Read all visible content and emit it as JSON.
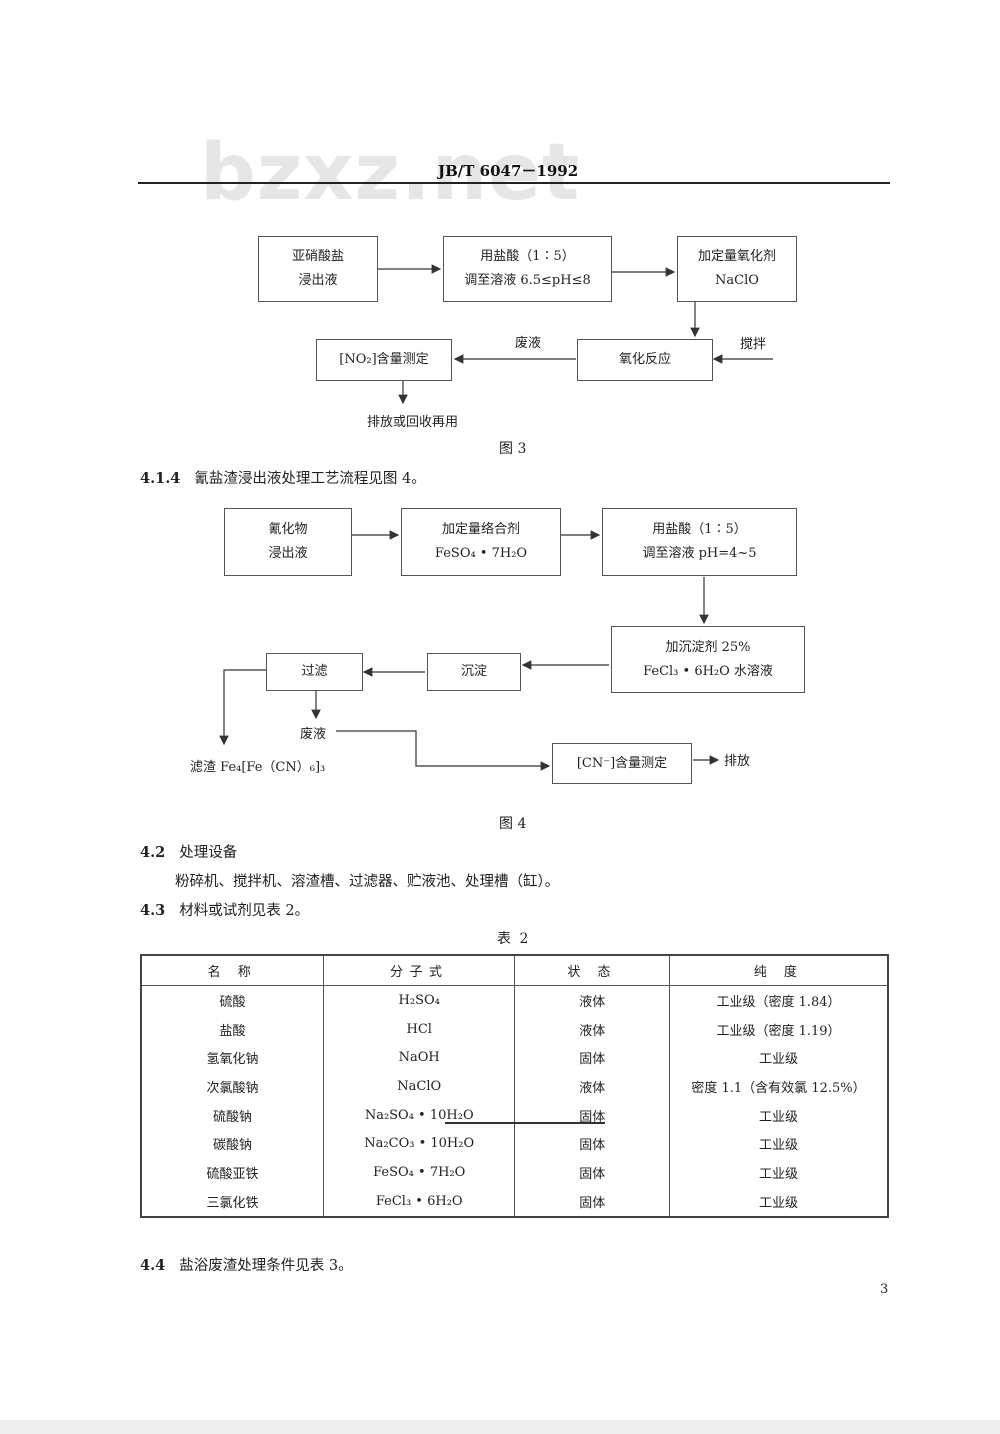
{
  "watermark": "bzxz.net",
  "header": "JB/T  6047－1992",
  "fig3": {
    "box1_line1": "亚硝酸盐",
    "box1_line2": "浸出液",
    "box2_line1": "用盐酸（1∶5）",
    "box2_line2": "调至溶液 6.5≤pH≤8",
    "box3_line1": "加定量氧化剂",
    "box3_line2": "NaClO",
    "box4": "氧化反应",
    "stir": "搅拌",
    "waste": "废液",
    "box5": "[NO₂]含量测定",
    "discharge": "排放或回收再用",
    "caption": "图 3"
  },
  "para_414": {
    "num": "4.1.4",
    "text": "氰盐渣浸出液处理工艺流程见图 4。"
  },
  "fig4": {
    "box1_line1": "氰化物",
    "box1_line2": "浸出液",
    "box2_line1": "加定量络合剂",
    "box2_line2": "FeSO₄ • 7H₂O",
    "box3_line1": "用盐酸（1∶5）",
    "box3_line2": "调至溶液 pH=4~5",
    "box4_line1": "加沉淀剂 25%",
    "box4_line2": "FeCl₃ • 6H₂O 水溶液",
    "box5": "沉淀",
    "box6": "过滤",
    "waste": "废液",
    "residue": "滤渣 Fe₄[Fe（CN）₆]₃",
    "box7": "[CN⁻]含量测定",
    "discharge": "排放",
    "caption": "图 4"
  },
  "para_42": {
    "num": "4.2",
    "text": "处理设备"
  },
  "para_42_body": "粉碎机、搅拌机、溶渣槽、过滤器、贮液池、处理槽（缸）。",
  "para_43": {
    "num": "4.3",
    "text": "材料或试剂见表 2。"
  },
  "table2": {
    "caption": "表 2",
    "headers": [
      "名 称",
      "分子式",
      "状 态",
      "纯 度"
    ],
    "rows": [
      [
        "硫酸",
        "H₂SO₄",
        "液体",
        "工业级（密度 1.84）"
      ],
      [
        "盐酸",
        "HCl",
        "液体",
        "工业级（密度 1.19）"
      ],
      [
        "氢氧化钠",
        "NaOH",
        "固体",
        "工业级"
      ],
      [
        "次氯酸钠",
        "NaClO",
        "液体",
        "密度 1.1（含有效氯 12.5%）"
      ],
      [
        "硫酸钠",
        "Na₂SO₄ • 10H₂O",
        "固体",
        "工业级"
      ],
      [
        "碳酸钠",
        "Na₂CO₃ • 10H₂O",
        "固体",
        "工业级"
      ],
      [
        "硫酸亚铁",
        "FeSO₄ • 7H₂O",
        "固体",
        "工业级"
      ],
      [
        "三氯化铁",
        "FeCl₃ • 6H₂O",
        "固体",
        "工业级"
      ]
    ]
  },
  "para_44": {
    "num": "4.4",
    "text": "盐浴废渣处理条件见表 3。"
  },
  "page_number": "3"
}
